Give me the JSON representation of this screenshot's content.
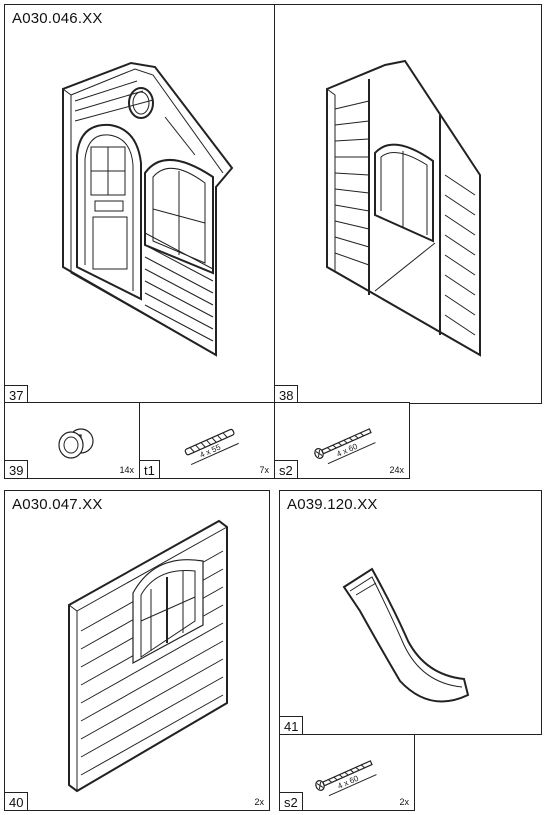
{
  "panels": [
    {
      "id": "p37",
      "step": "37",
      "code": "A030.046.XX"
    },
    {
      "id": "p38",
      "step": "38",
      "code": ""
    },
    {
      "id": "p40",
      "step": "40",
      "code": "A030.047.XX",
      "qty": "2x"
    },
    {
      "id": "p41",
      "step": "41",
      "code": "A039.120.XX"
    }
  ],
  "parts": [
    {
      "id": "k39",
      "label": "39",
      "qty": "14x"
    },
    {
      "id": "t1",
      "label": "t1",
      "qty": "7x",
      "size": "4 x 55"
    },
    {
      "id": "s2a",
      "label": "s2",
      "qty": "24x",
      "size": "4 x 60"
    },
    {
      "id": "s2b",
      "label": "s2",
      "qty": "2x",
      "size": "4 x 60"
    }
  ]
}
